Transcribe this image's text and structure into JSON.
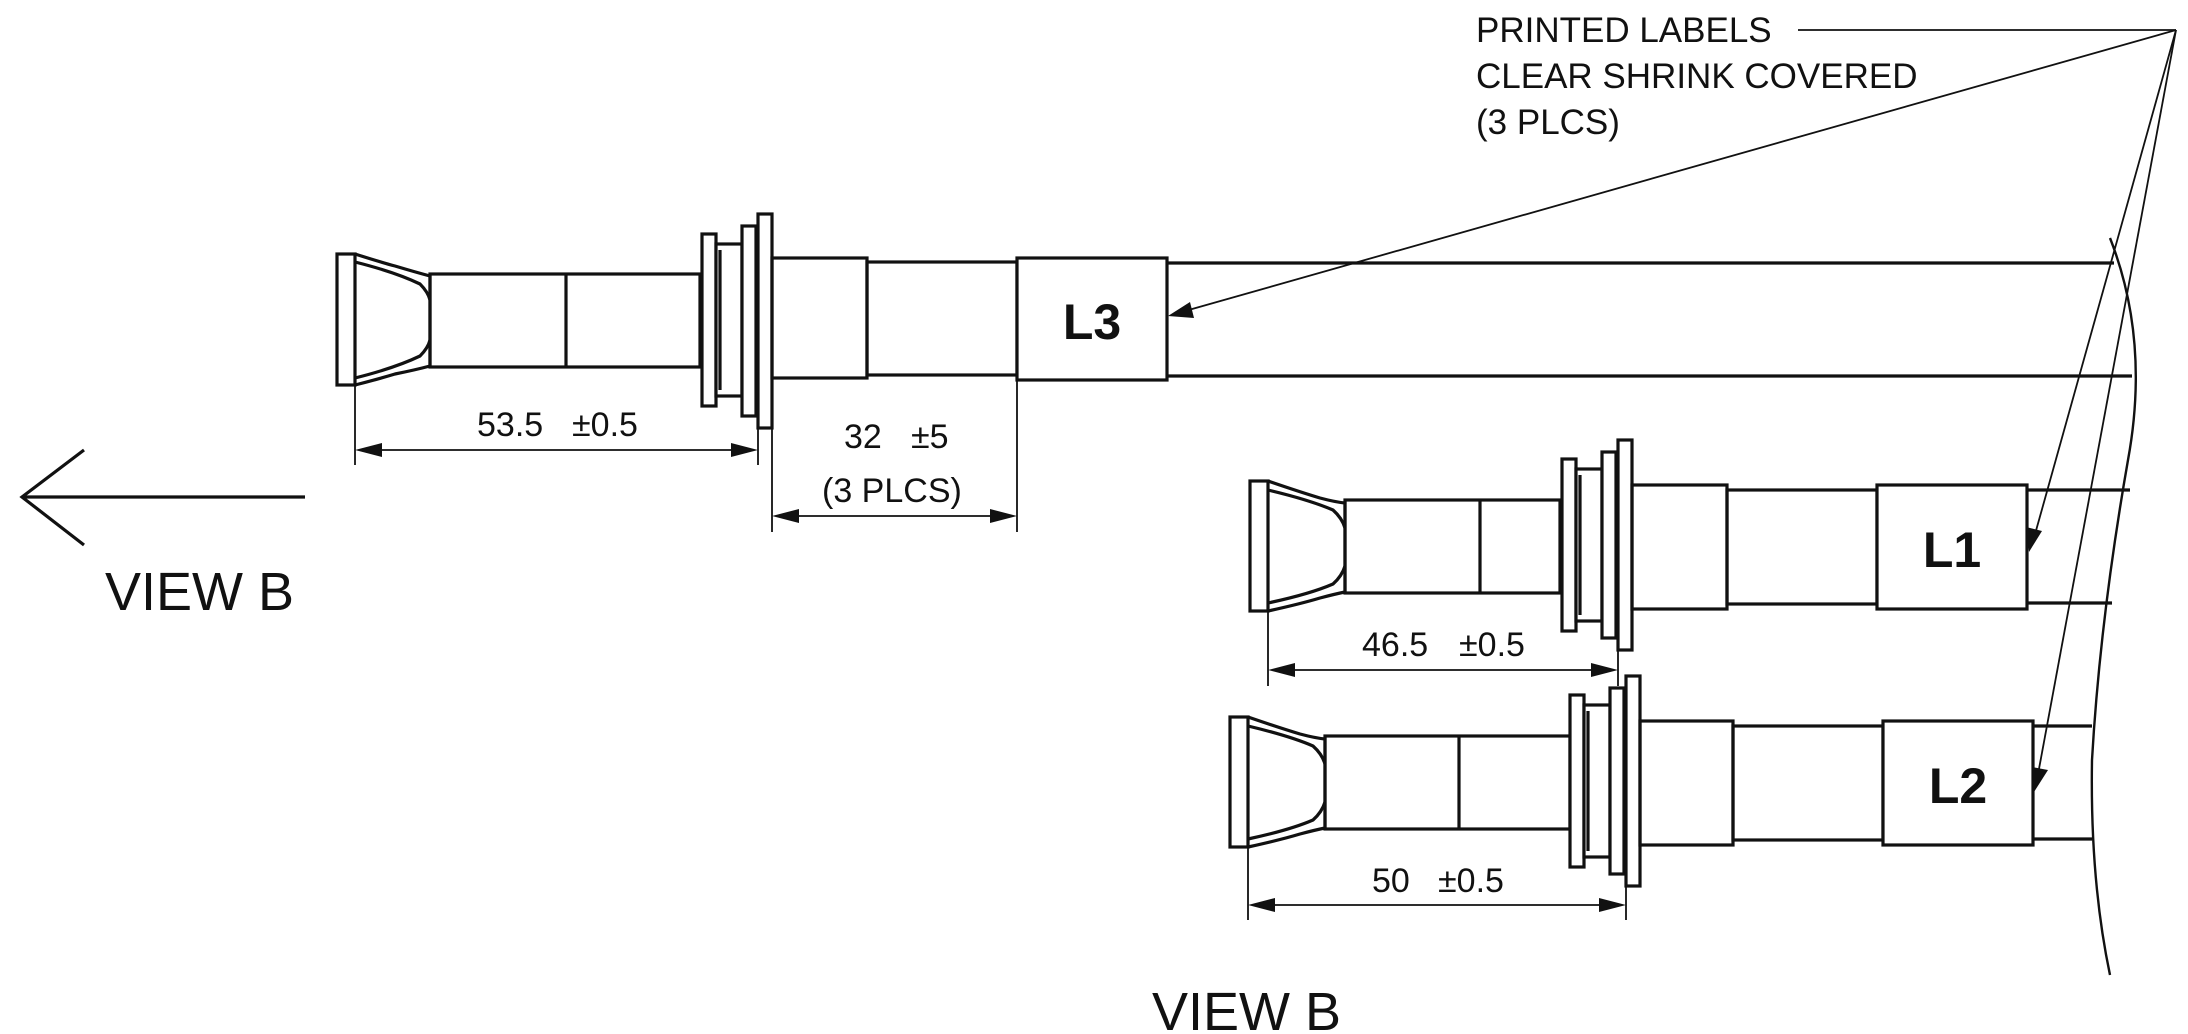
{
  "drawing": {
    "note": {
      "line1": "PRINTED LABELS",
      "line2": "CLEAR SHRINK COVERED",
      "line3": "(3 PLCS)"
    },
    "view_labels": {
      "left": "VIEW B",
      "bottom": "VIEW B"
    },
    "labels": {
      "l3": "L3",
      "l1": "L1",
      "l2": "L2"
    },
    "dimensions": {
      "l3_length": {
        "value": "53.5",
        "tol": "±0.5"
      },
      "label_offset": {
        "value": "32",
        "tol": "±5",
        "qty": "(3 PLCS)"
      },
      "l1_length": {
        "value": "46.5",
        "tol": "±0.5"
      },
      "l2_length": {
        "value": "50",
        "tol": "±0.5"
      }
    }
  }
}
